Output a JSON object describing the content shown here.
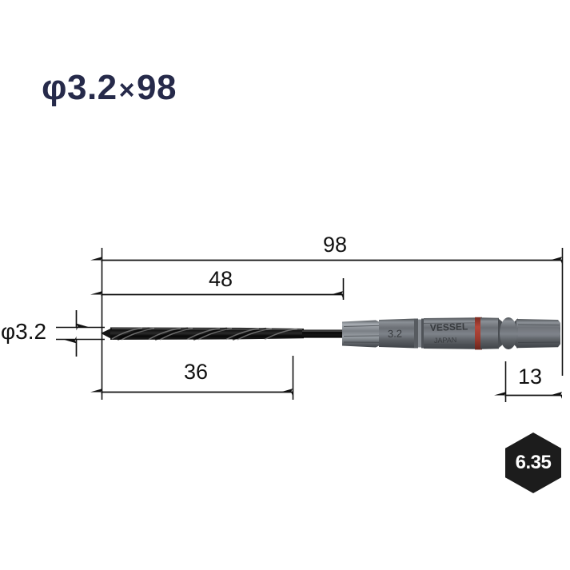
{
  "header": {
    "title_diameter_symbol": "φ",
    "title_diameter": "3.2",
    "title_multiply": "×",
    "title_length": "98",
    "title_full": "φ3.2 × 98",
    "title_color": "#262a4a"
  },
  "dimensions": {
    "overall_length": "98",
    "flute_plus_shaft_length": "48",
    "flute_length": "36",
    "hex_tip_length": "13",
    "diameter": "φ3.2",
    "unit": "mm"
  },
  "badge": {
    "hex_size": "6.35",
    "shape": "hexagon",
    "fill": "#1c1c1c",
    "text_color": "#ffffff"
  },
  "product": {
    "brand_mark": "VESSEL",
    "origin_mark": "JAPAN",
    "size_mark": "3.2",
    "ring_color": "#9e3b2e",
    "flute_color": "#141414",
    "shank_color": "#6e7277"
  },
  "drawing": {
    "line_color": "#111111",
    "background": "#ffffff",
    "icons": {
      "arrow": "dimension-arrow",
      "extension": "extension-line"
    }
  }
}
